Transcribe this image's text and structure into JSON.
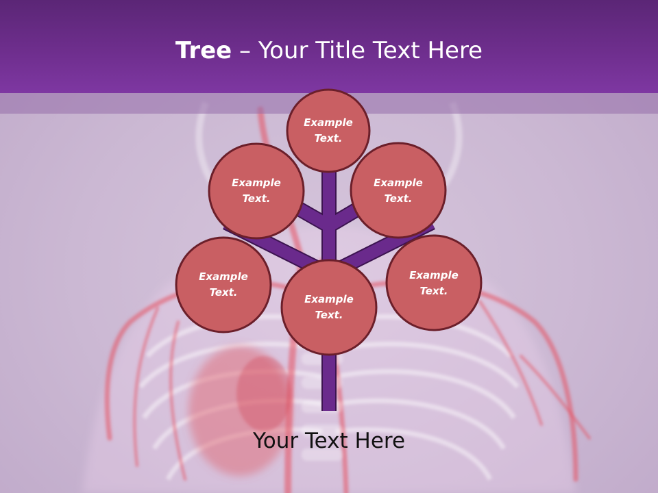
{
  "title": {
    "bold": "Tree",
    "rest": " – Your Title Text Here"
  },
  "nodes": [
    {
      "line1": "Example",
      "line2": "Text."
    },
    {
      "line1": "Example",
      "line2": "Text."
    },
    {
      "line1": "Example",
      "line2": "Text."
    },
    {
      "line1": "Example",
      "line2": "Text."
    },
    {
      "line1": "Example",
      "line2": "Text."
    },
    {
      "line1": "Example",
      "line2": "Text."
    }
  ],
  "footer": "Your Text Here",
  "colors": {
    "header": "#6e2e8d",
    "node_fill": "#c95f63",
    "node_stroke": "#6b1f2a",
    "branch": "#6a2a8c",
    "branch_outline": "#3c1450"
  }
}
